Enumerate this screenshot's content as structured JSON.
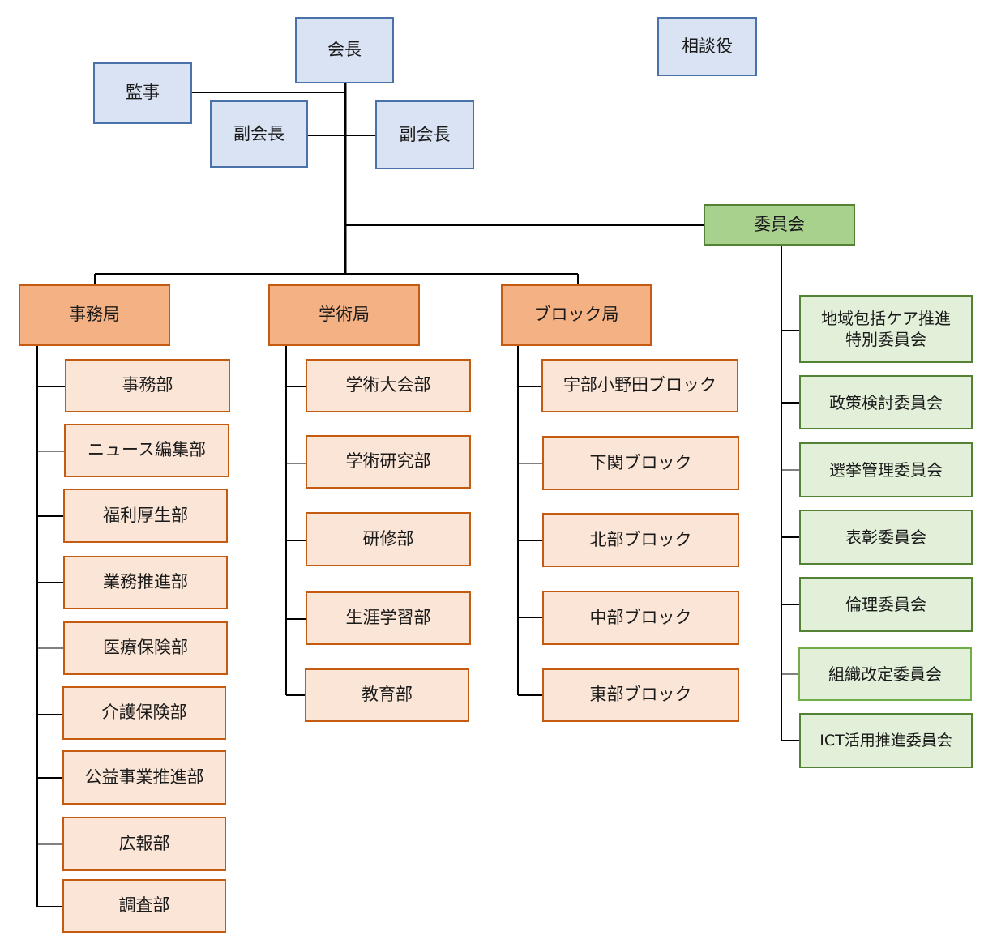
{
  "executives": {
    "president": "会長",
    "auditor": "監事",
    "vp_left": "副会長",
    "vp_right": "副会長",
    "advisor": "相談役"
  },
  "committee_head": "委員会",
  "bureaus": [
    {
      "name": "事務局",
      "departments": [
        "事務部",
        "ニュース編集部",
        "福利厚生部",
        "業務推進部",
        "医療保険部",
        "介護保険部",
        "公益事業推進部",
        "広報部",
        "調査部"
      ]
    },
    {
      "name": "学術局",
      "departments": [
        "学術大会部",
        "学術研究部",
        "研修部",
        "生涯学習部",
        "教育部"
      ]
    },
    {
      "name": "ブロック局",
      "departments": [
        "宇部小野田ブロック",
        "下関ブロック",
        "北部ブロック",
        "中部ブロック",
        "東部ブロック"
      ]
    }
  ],
  "committees": [
    "地域包括ケア推進\n特別委員会",
    "政策検討委員会",
    "選挙管理委員会",
    "表彰委員会",
    "倫理委員会",
    "組織改定委員会",
    "ICT活用推進委員会"
  ],
  "colors": {
    "executive_fill": "#dae3f3",
    "executive_border": "#4a72a8",
    "bureau_fill": "#f4b183",
    "department_fill": "#fbe5d6",
    "org_border": "#c55a11",
    "committee_head_fill": "#a9d18e",
    "committee_fill": "#e2f0d9",
    "committee_border": "#548235"
  }
}
